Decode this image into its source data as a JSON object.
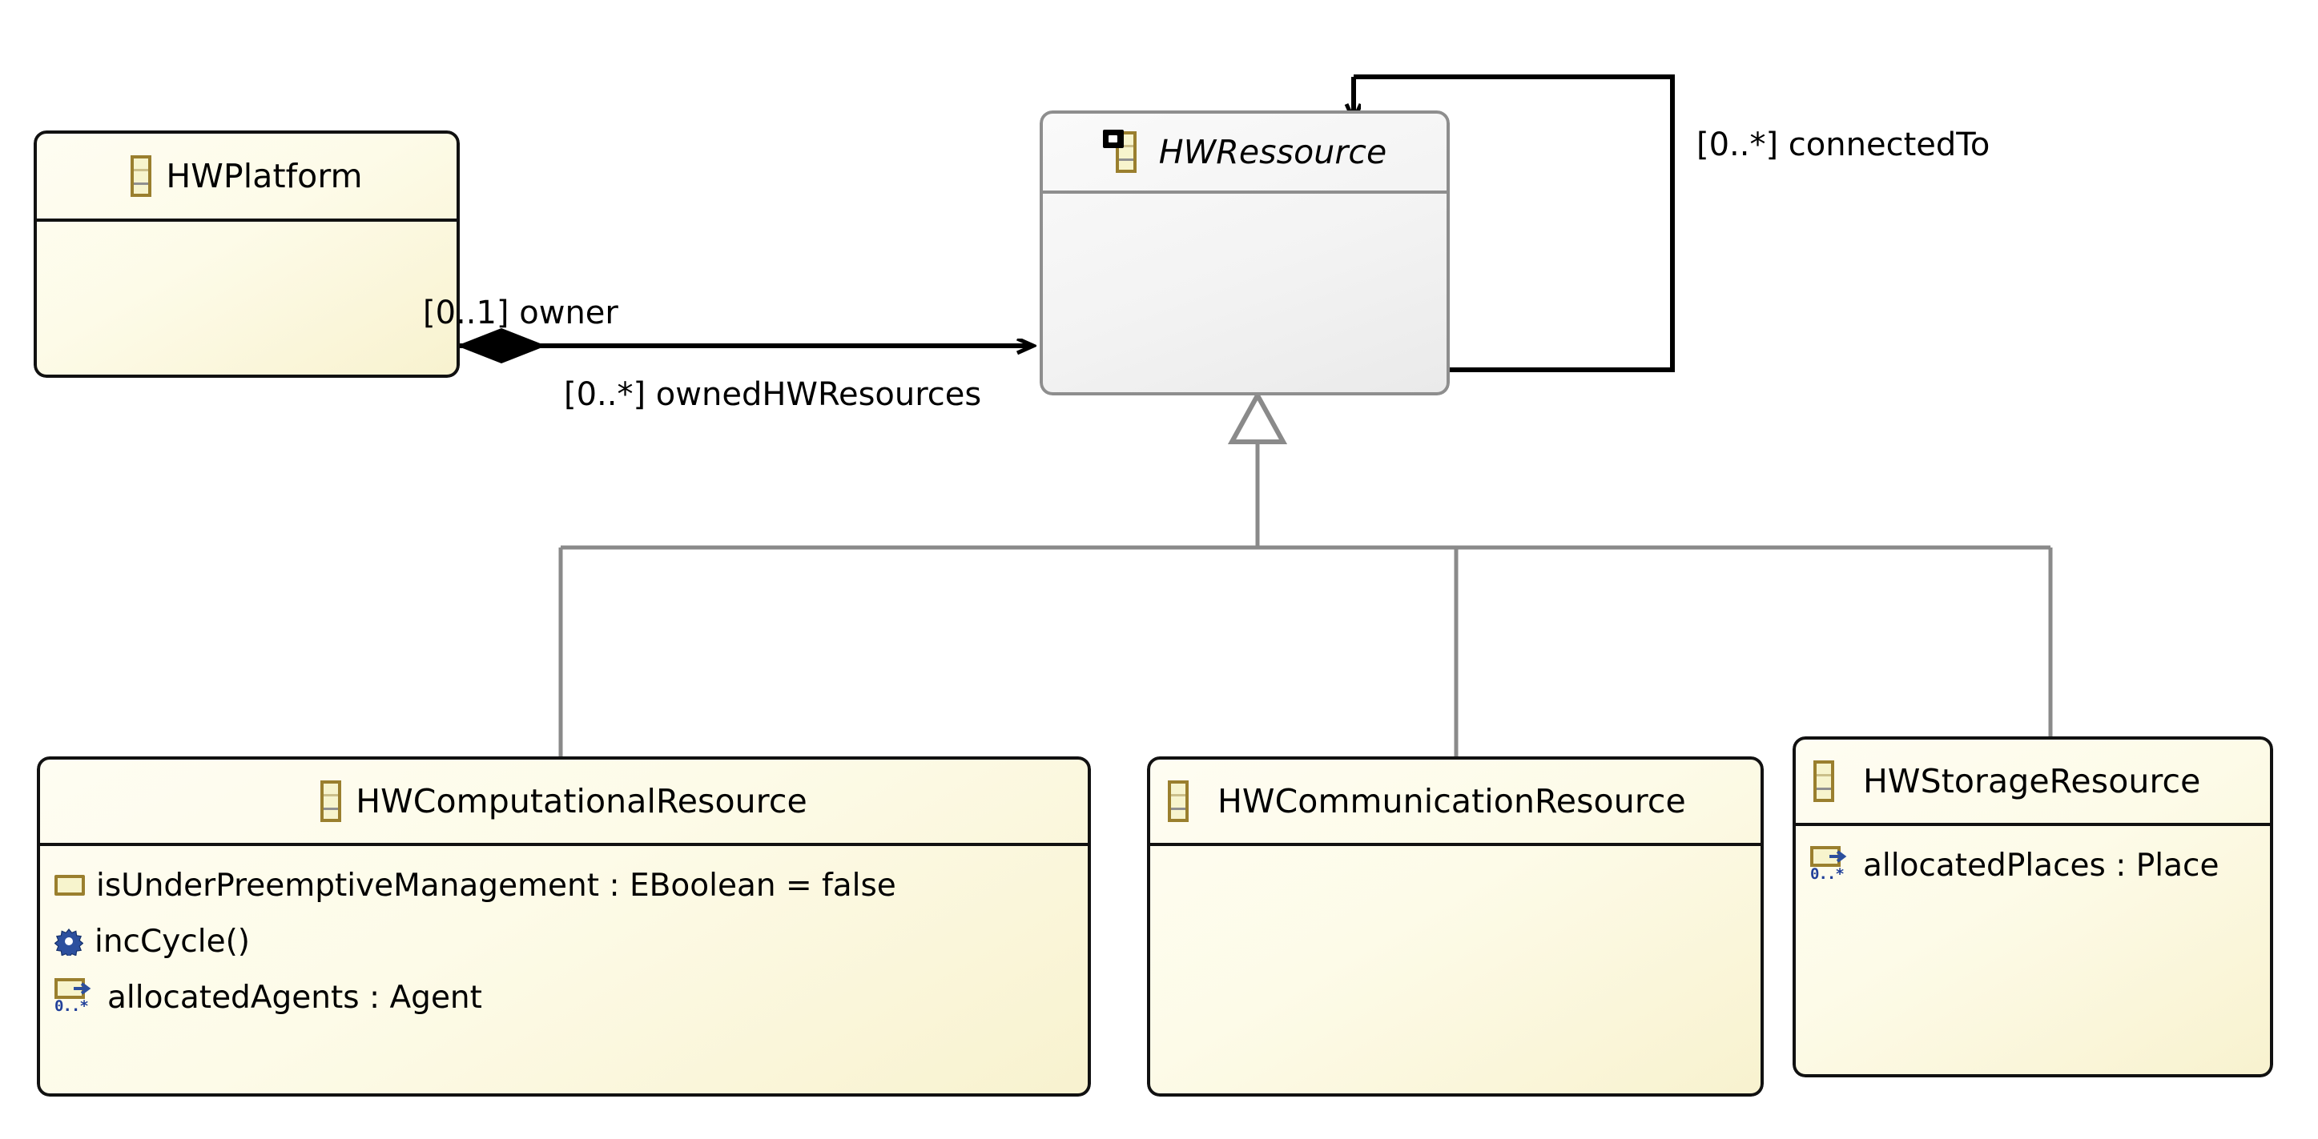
{
  "diagram": {
    "type": "uml-class-diagram",
    "background": "#ffffff",
    "colors": {
      "class_fill": "#fdfbe8",
      "class_border": "#111111",
      "selected_fill": "#f3f3f3",
      "selected_border": "#8e8e8e",
      "generalization": "#8a8a8a",
      "association": "#000000",
      "icon_gold": "#9a7f2e",
      "multiplicity_blue": "#21409a"
    }
  },
  "classes": [
    {
      "id": "hwplatform",
      "name": "HWPlatform",
      "abstract": false,
      "selected": false,
      "icon": "class-icon",
      "members": []
    },
    {
      "id": "hwressource",
      "name": "HWRessource",
      "abstract": true,
      "selected": true,
      "icon": "abstract-class-icon",
      "members": []
    },
    {
      "id": "hwcomputationalresource",
      "name": "HWComputationalResource",
      "abstract": false,
      "selected": false,
      "icon": "class-icon",
      "members": [
        {
          "label": "isUnderPreemptiveManagement : EBoolean = false",
          "kind": "attribute",
          "icon": "attribute-icon"
        },
        {
          "label": "incCycle()",
          "kind": "operation",
          "icon": "operation-icon"
        },
        {
          "label": "allocatedAgents : Agent",
          "kind": "reference",
          "icon": "reference-icon",
          "multiplicity": "0..*"
        }
      ]
    },
    {
      "id": "hwcommunicationresource",
      "name": "HWCommunicationResource",
      "abstract": false,
      "selected": false,
      "icon": "class-icon",
      "members": []
    },
    {
      "id": "hwstorageresource",
      "name": "HWStorageResource",
      "abstract": false,
      "selected": false,
      "icon": "class-icon",
      "members": [
        {
          "label": "allocatedPlaces : Place",
          "kind": "reference",
          "icon": "reference-icon",
          "multiplicity": "0..*"
        }
      ]
    }
  ],
  "relations": {
    "composition": {
      "from": "hwplatform",
      "to": "hwressource",
      "source_label": "[0..1] owner",
      "target_label": "[0..*] ownedHWResources",
      "source_decoration": "filled-diamond",
      "target_decoration": "open-arrow"
    },
    "self_association": {
      "on": "hwressource",
      "label": "[0..*] connectedTo",
      "target_decoration": "open-arrow"
    },
    "generalizations": [
      {
        "from": "hwcomputationalresource",
        "to": "hwressource"
      },
      {
        "from": "hwcommunicationresource",
        "to": "hwressource"
      },
      {
        "from": "hwstorageresource",
        "to": "hwressource"
      }
    ]
  }
}
